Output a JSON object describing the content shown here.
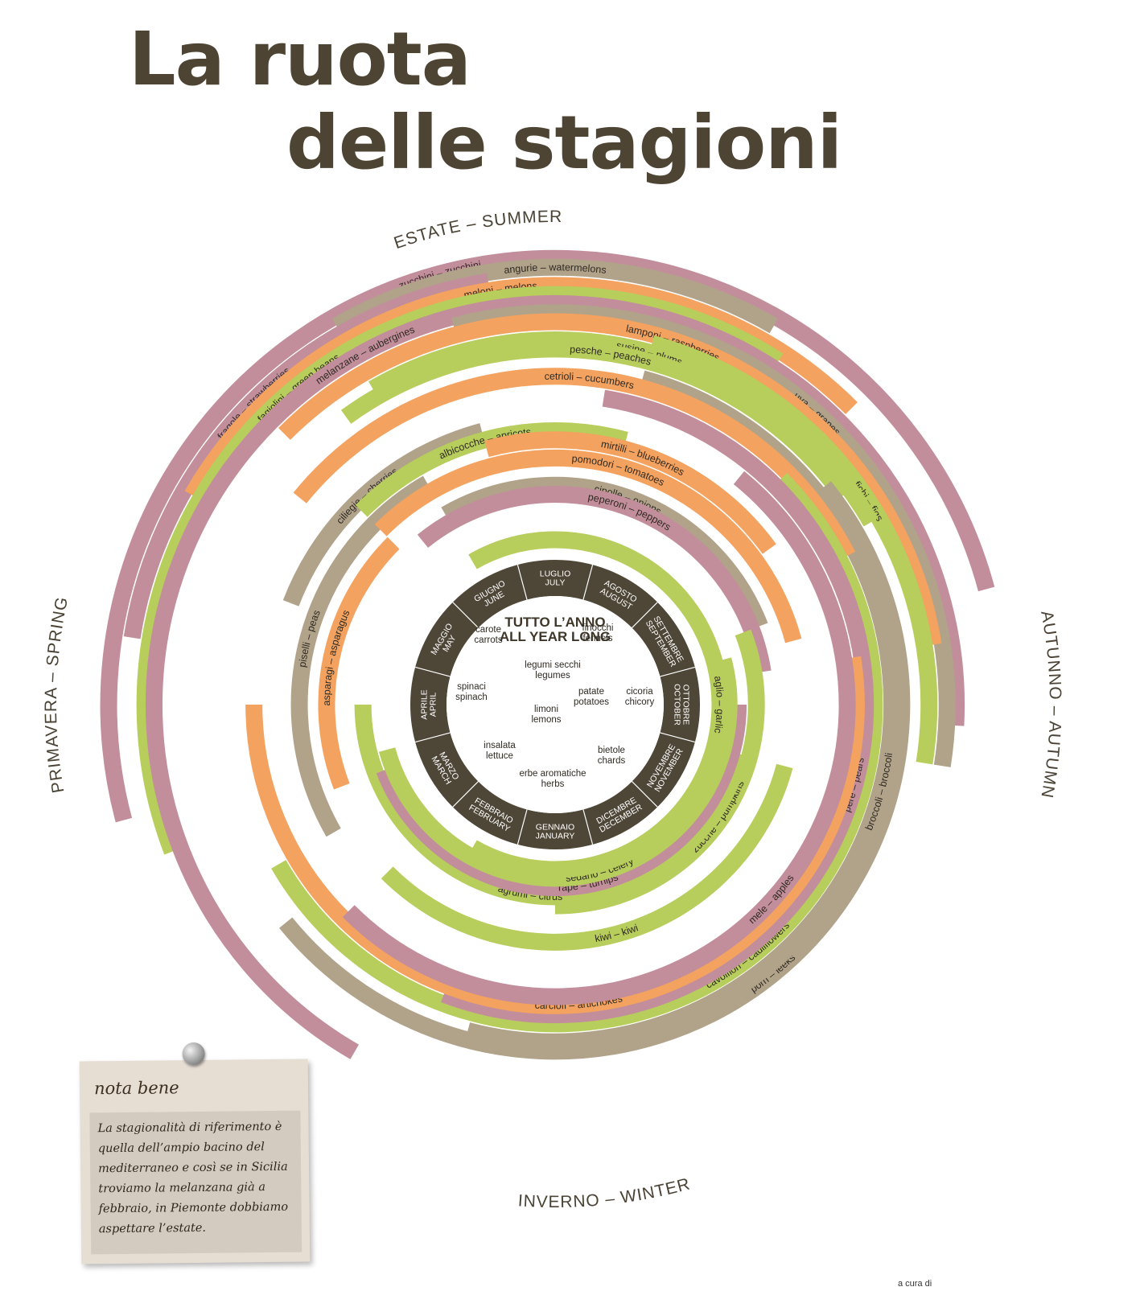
{
  "title": {
    "line1": "La ruota",
    "line2": "delle stagioni"
  },
  "seasons": [
    {
      "id": "summer",
      "label": "ESTATE – SUMMER"
    },
    {
      "id": "autumn",
      "label": "AUTUNNO – AUTUMN"
    },
    {
      "id": "winter",
      "label": "INVERNO – WINTER"
    },
    {
      "id": "spring",
      "label": "PRIMAVERA – SPRING"
    }
  ],
  "center": {
    "title1": "TUTTO L’ANNO",
    "title2": "ALL YEAR LONG",
    "items": [
      {
        "it": "carote",
        "en": "carrots"
      },
      {
        "it": "finocchi",
        "en": "fennels"
      },
      {
        "it": "legumi secchi",
        "en": "legumes"
      },
      {
        "it": "spinaci",
        "en": "spinach"
      },
      {
        "it": "patate",
        "en": "potatoes"
      },
      {
        "it": "cicoria",
        "en": "chicory"
      },
      {
        "it": "limoni",
        "en": "lemons"
      },
      {
        "it": "insalata",
        "en": "lettuce"
      },
      {
        "it": "bietole",
        "en": "chards"
      },
      {
        "it": "erbe aromatiche",
        "en": "herbs"
      }
    ]
  },
  "months": [
    {
      "it": "GENNAIO",
      "en": "JANUARY"
    },
    {
      "it": "FEBBRAIO",
      "en": "FEBRUARY"
    },
    {
      "it": "MARZO",
      "en": "MARCH"
    },
    {
      "it": "APRILE",
      "en": "APRIL"
    },
    {
      "it": "MAGGIO",
      "en": "MAY"
    },
    {
      "it": "GIUGNO",
      "en": "JUNE"
    },
    {
      "it": "LUGLIO",
      "en": "JULY"
    },
    {
      "it": "AGOSTO",
      "en": "AUGUST"
    },
    {
      "it": "SETTEMBRE",
      "en": "SEPTEMBER"
    },
    {
      "it": "OTTOBRE",
      "en": "OCTOBER"
    },
    {
      "it": "NOVEMBRE",
      "en": "NOVEMBER"
    },
    {
      "it": "DICEMBRE",
      "en": "DECEMBER"
    }
  ],
  "palette": {
    "mauve": "#c28e9b",
    "orange": "#f3a25f",
    "green": "#b7cd5c",
    "taupe": "#b1a28a",
    "dark": "#4e4637",
    "title": "#4d4433"
  },
  "rings": [
    {
      "label": "zucchini – zucchini",
      "color": "mauve",
      "start_month": 3.0,
      "end_month": 9.0
    },
    {
      "label": "angurie – watermelons",
      "color": "taupe",
      "start_month": 5.5,
      "end_month": 7.5
    },
    {
      "label": "fragole – strawberries",
      "color": "mauve",
      "start_month": 3.8,
      "end_month": 6.2
    },
    {
      "label": "meloni – melons",
      "color": "orange",
      "start_month": 4.5,
      "end_month": 8.0
    },
    {
      "label": "fagiolini – green beans",
      "color": "green",
      "start_month": 2.8,
      "end_month": 7.6
    },
    {
      "label": "melanzane – aubergines",
      "color": "mauve",
      "start_month": 1.5,
      "end_month": 9.6
    },
    {
      "label": "uva – grapes",
      "color": "taupe",
      "start_month": 6.0,
      "end_month": 9.8
    },
    {
      "label": "lamponi – raspberries",
      "color": "orange",
      "start_month": 5.0,
      "end_month": 9.2
    },
    {
      "label": "fichi – figs",
      "color": "green",
      "start_month": 7.0,
      "end_month": 9.8
    },
    {
      "label": "susine – plums",
      "color": "green",
      "start_month": 5.5,
      "end_month": 8.5
    },
    {
      "label": "pesche – peaches",
      "color": "green",
      "start_month": 5.3,
      "end_month": 8.3
    },
    {
      "label": "porri – leeks",
      "color": "taupe",
      "start_month": 8.2,
      "end_month": 2.2
    },
    {
      "label": "broccoli – broccoli",
      "color": "taupe",
      "start_month": 7.0,
      "end_month": 1.0
    },
    {
      "label": "cetrioli – cucumbers",
      "color": "orange",
      "start_month": 4.8,
      "end_month": 8.6
    },
    {
      "label": "cavolfiori – cauliflowers",
      "color": "green",
      "start_month": 8.0,
      "end_month": 2.5
    },
    {
      "label": "pere – pears",
      "color": "mauve",
      "start_month": 6.8,
      "end_month": 1.2
    },
    {
      "label": "carciofi – artichokes",
      "color": "orange",
      "start_month": 9.2,
      "end_month": 3.5
    },
    {
      "label": "mele – apples",
      "color": "mauve",
      "start_month": 7.8,
      "end_month": 2.0
    },
    {
      "label": "ciliegie – cherries",
      "color": "taupe",
      "start_month": 4.2,
      "end_month": 6.0
    },
    {
      "label": "albicocche – apricots",
      "color": "green",
      "start_month": 5.0,
      "end_month": 7.0
    },
    {
      "label": "mirtilli – blueberries",
      "color": "orange",
      "start_month": 6.0,
      "end_month": 8.3
    },
    {
      "label": "piselli – peas",
      "color": "taupe",
      "start_month": 2.5,
      "end_month": 5.5
    },
    {
      "label": "pomodori – tomatoes",
      "color": "orange",
      "start_month": 5.0,
      "end_month": 9.0
    },
    {
      "label": "kiwi – kiwi",
      "color": "green",
      "start_month": 10.0,
      "end_month": 2.0
    },
    {
      "label": "asparagi – asparagus",
      "color": "orange",
      "start_month": 2.8,
      "end_month": 5.0
    },
    {
      "label": "cipolle – onions",
      "color": "taupe",
      "start_month": 5.5,
      "end_month": 8.8
    },
    {
      "label": "peperoni – peppers",
      "color": "mauve",
      "start_month": 5.2,
      "end_month": 9.2
    },
    {
      "label": "zucche – pumpkins",
      "color": "green",
      "start_month": 8.8,
      "end_month": 0.5
    },
    {
      "label": "agrumi – citrus",
      "color": "green",
      "start_month": 10.0,
      "end_month": 3.5
    },
    {
      "label": "rape – turnips",
      "color": "mauve",
      "start_month": 9.5,
      "end_month": 2.8
    },
    {
      "label": "sedano – celery",
      "color": "green",
      "start_month": 9.0,
      "end_month": 3.0
    },
    {
      "label": "aglio – garlic",
      "color": "green",
      "start_month": 5.5,
      "end_month": 1.5
    }
  ],
  "note": {
    "title": "nota bene",
    "text": "La stagionalità di riferimento è quella dell’ampio bacino del mediterraneo e così se in Sicilia troviamo la melanzana già a febbraio, in Piemonte dobbiamo aspettare l’estate."
  },
  "credit": "a cura di"
}
